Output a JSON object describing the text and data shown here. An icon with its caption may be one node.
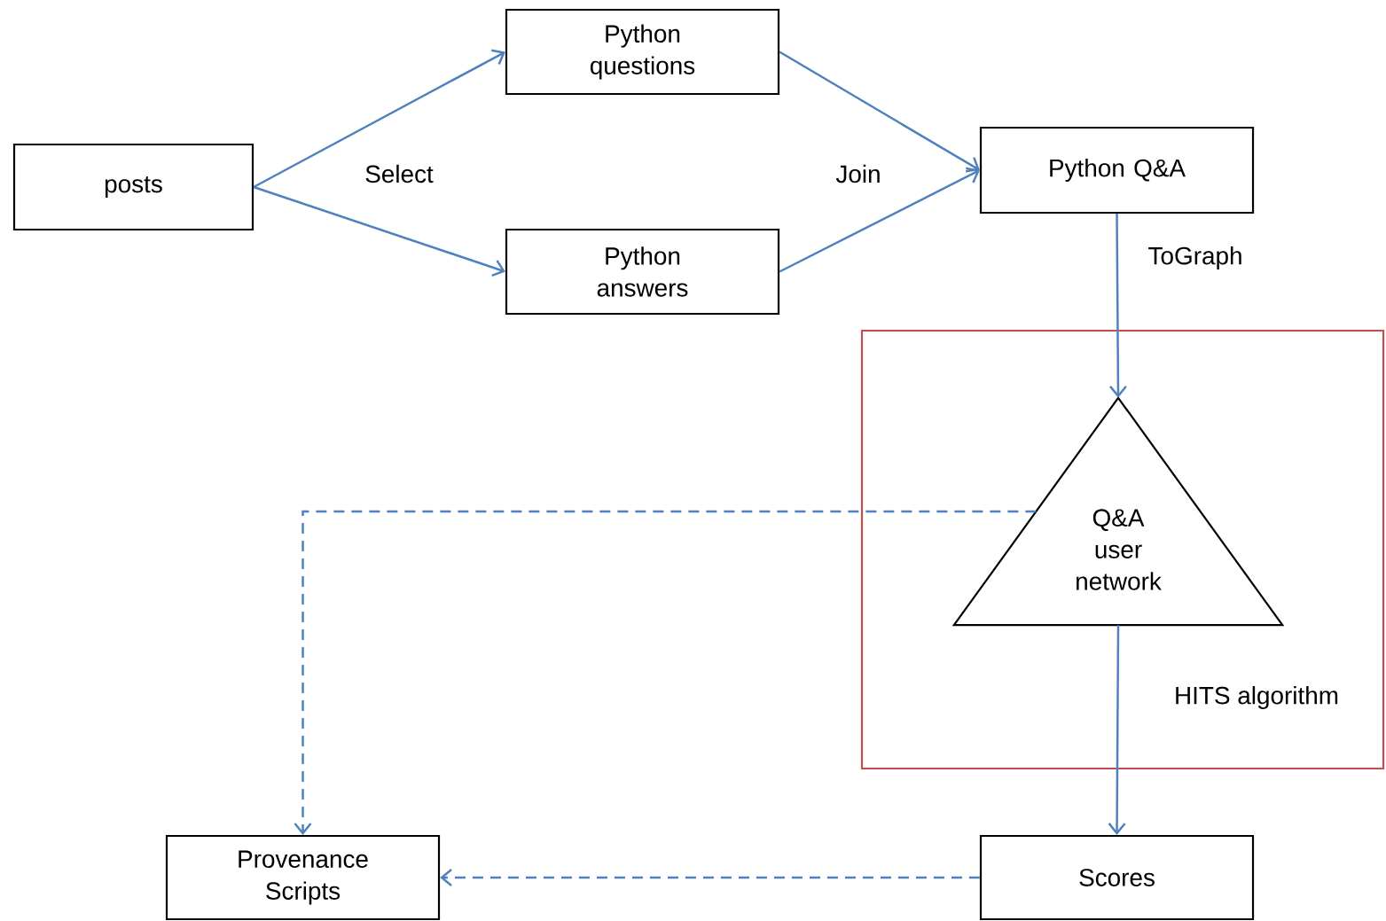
{
  "diagram": {
    "nodes": [
      {
        "text": [
          "posts"
        ]
      },
      {
        "text": [
          "Python questions"
        ]
      },
      {
        "text": [
          "Python answers"
        ]
      },
      {
        "text": [
          "Python Q&A"
        ]
      },
      {
        "text": [],
        "shape": "box"
      },
      {
        "text": [
          "Q&A user network"
        ],
        "in": 4
      },
      {
        "text": [
          "Provenance Scripts"
        ]
      },
      {
        "text": [
          "Scores"
        ]
      }
    ],
    "edges": [
      {
        "from": 0,
        "to": 1,
        "arrow": "to"
      },
      {
        "from": 0,
        "to": 2,
        "arrow": "to"
      },
      {
        "from": 1,
        "to": 3,
        "arrow": "to"
      },
      {
        "from": 2,
        "to": 3,
        "arrow": "to"
      },
      {
        "from": 3,
        "to": 5,
        "arrow": "to",
        "label": "ToGraph"
      },
      {
        "from": 5,
        "to": 7,
        "arrow": "to",
        "label": "HITS algorithm"
      },
      {
        "from": 5,
        "to": 6,
        "arrow": "to",
        "style": "dashed"
      },
      {
        "from": 7,
        "to": 6,
        "arrow": "to",
        "style": "dashed"
      }
    ],
    "labels": [
      "Select",
      "Join"
    ]
  }
}
